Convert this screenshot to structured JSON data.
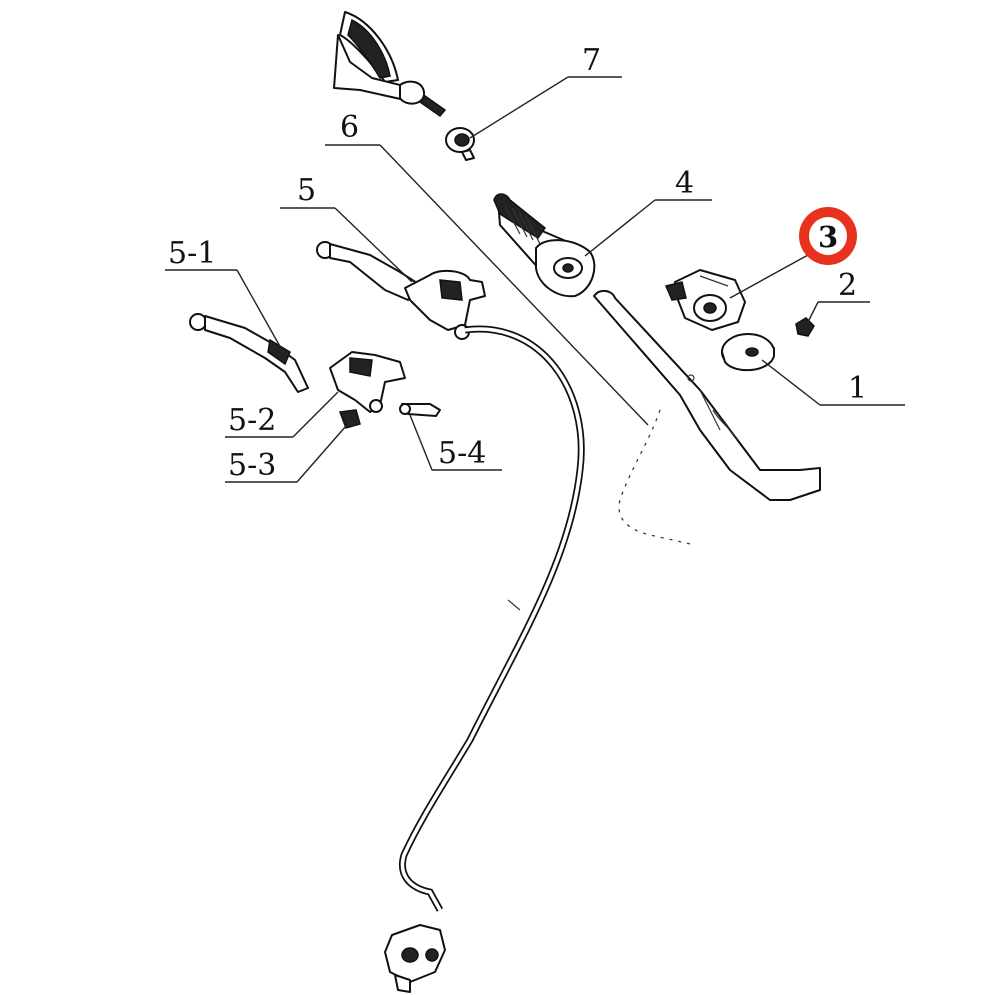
{
  "diagram": {
    "callouts": [
      {
        "id": "1",
        "text": "1"
      },
      {
        "id": "2",
        "text": "2"
      },
      {
        "id": "3",
        "text": "3",
        "highlighted": true
      },
      {
        "id": "4",
        "text": "4"
      },
      {
        "id": "5",
        "text": "5"
      },
      {
        "id": "5-1",
        "text": "5-1"
      },
      {
        "id": "5-2",
        "text": "5-2"
      },
      {
        "id": "5-3",
        "text": "5-3"
      },
      {
        "id": "5-4",
        "text": "5-4"
      },
      {
        "id": "6",
        "text": "6"
      },
      {
        "id": "7",
        "text": "7"
      }
    ],
    "highlight_color": "#e8321e"
  }
}
